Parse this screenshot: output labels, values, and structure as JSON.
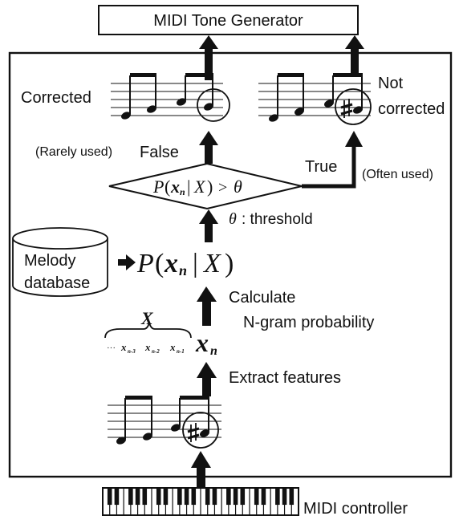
{
  "output_device": {
    "label": "MIDI Tone Generator"
  },
  "input_device": {
    "label": "MIDI controller"
  },
  "branches": {
    "false_usage": "(Rarely used)",
    "false_label": "False",
    "true_label": "True",
    "true_usage": "(Often used)",
    "corrected_label": "Corrected",
    "not_corrected_label_1": "Not",
    "not_corrected_label_2": "corrected"
  },
  "decision": {
    "p": "P",
    "open": "(",
    "xn_x": "x",
    "xn_sub": "n",
    "bar": "|",
    "x_cap": "X",
    "close": ")",
    "gt": ">",
    "theta": "θ",
    "threshold_symbol": "θ",
    "threshold_text": ": threshold"
  },
  "database": {
    "line1": "Melody",
    "line2": "database"
  },
  "probability": {
    "p": "P",
    "open": "(",
    "xn_x": "x",
    "xn_sub": "n",
    "bar": "|",
    "x_cap": "X",
    "close": ")"
  },
  "steps": {
    "calculate_1": "Calculate",
    "calculate_2": "N-gram probability",
    "extract": "Extract features"
  },
  "features": {
    "x_label": "X",
    "ellipsis": "···",
    "history": [
      {
        "x": "x",
        "sub": "n-3"
      },
      {
        "x": "x",
        "sub": "n-2"
      },
      {
        "x": "x",
        "sub": "n-1"
      }
    ],
    "current": {
      "x": "x",
      "sub": "n"
    }
  },
  "colors": {
    "ink": "#111111",
    "background": "#ffffff"
  }
}
